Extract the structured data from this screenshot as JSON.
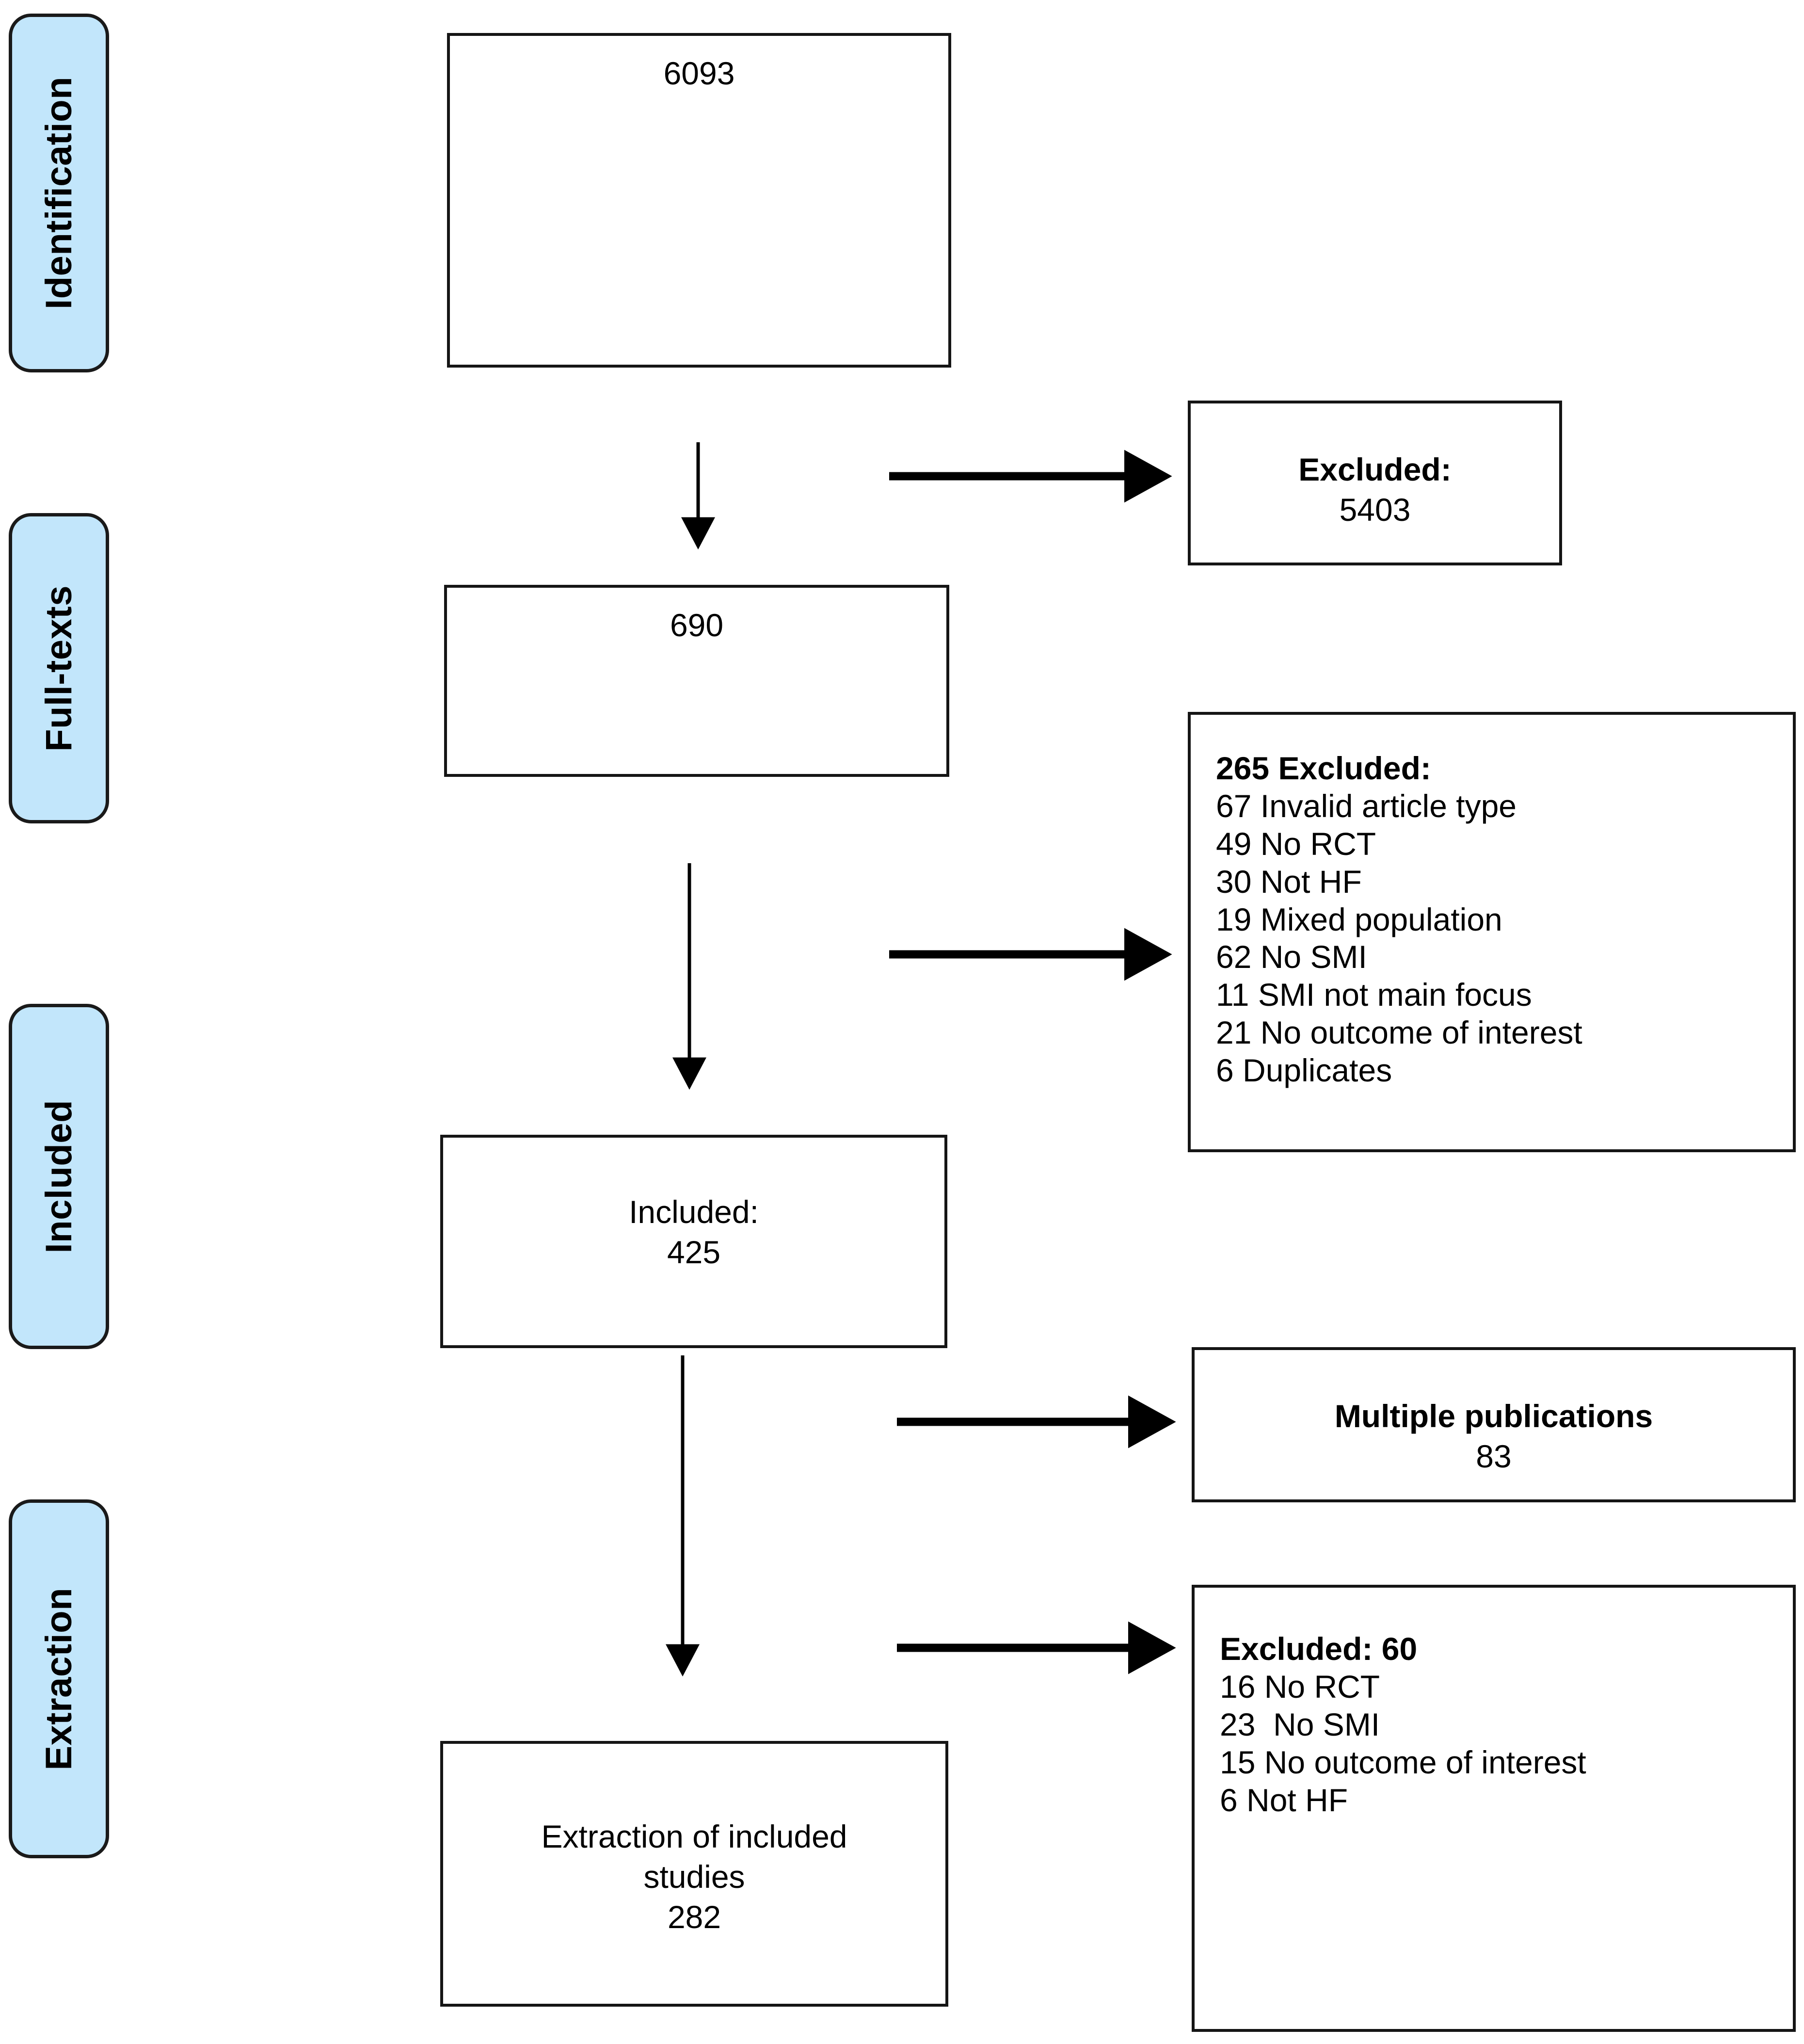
{
  "diagram": {
    "type": "prisma-flow-diagram",
    "accent_color": "#c2e6fb",
    "border_color": "#151515",
    "phases": [
      {
        "id": "identification",
        "label": "Identification"
      },
      {
        "id": "full-texts",
        "label": "Full-texts"
      },
      {
        "id": "included",
        "label": "Included"
      },
      {
        "id": "extraction",
        "label": "Extraction"
      }
    ],
    "flow_boxes": {
      "records_identified": {
        "count": "6093"
      },
      "excluded_screening": {
        "title": "Excluded:",
        "count": "5403"
      },
      "full_texts_assessed": {
        "count": "690"
      },
      "excluded_full_text": {
        "title": "265 Excluded:",
        "reasons": [
          "67 Invalid article type",
          "49 No RCT",
          "30 Not HF",
          "19 Mixed population",
          "62 No SMI",
          "11 SMI not main focus",
          "21 No outcome of interest",
          "6 Duplicates"
        ]
      },
      "included_studies": {
        "title": "Included:",
        "count": "425"
      },
      "multiple_publications": {
        "title": "Multiple publications",
        "count": "83"
      },
      "excluded_extraction": {
        "title": "Excluded: 60",
        "reasons": [
          "16 No RCT",
          "23  No SMI",
          "15 No outcome of interest",
          "6 Not HF"
        ]
      },
      "extraction_included": {
        "line1": "Extraction of included",
        "line2": "studies",
        "count": "282"
      }
    },
    "connectors": [
      {
        "id": "arrow-down-identification-to-fulltext",
        "direction": "down"
      },
      {
        "id": "arrow-right-to-excluded-screening",
        "direction": "right"
      },
      {
        "id": "arrow-down-fulltext-to-included",
        "direction": "down"
      },
      {
        "id": "arrow-right-to-excluded-fulltext",
        "direction": "right"
      },
      {
        "id": "arrow-down-included-to-extraction",
        "direction": "down"
      },
      {
        "id": "arrow-right-to-multiple-publications",
        "direction": "right"
      },
      {
        "id": "arrow-right-to-excluded-extraction",
        "direction": "right"
      }
    ]
  }
}
